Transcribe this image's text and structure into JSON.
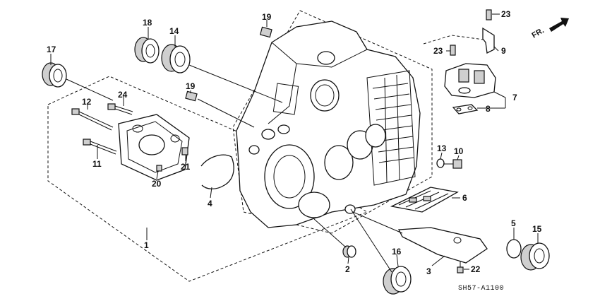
{
  "diagram": {
    "code": "SH57-A1100",
    "direction_label": "FR.",
    "parts": [
      {
        "num": "1"
      },
      {
        "num": "2"
      },
      {
        "num": "3"
      },
      {
        "num": "4"
      },
      {
        "num": "5"
      },
      {
        "num": "6"
      },
      {
        "num": "7"
      },
      {
        "num": "8"
      },
      {
        "num": "9"
      },
      {
        "num": "10"
      },
      {
        "num": "11"
      },
      {
        "num": "12"
      },
      {
        "num": "13"
      },
      {
        "num": "14"
      },
      {
        "num": "15"
      },
      {
        "num": "16"
      },
      {
        "num": "17"
      },
      {
        "num": "18"
      },
      {
        "num": "19"
      },
      {
        "num": "19"
      },
      {
        "num": "20"
      },
      {
        "num": "21"
      },
      {
        "num": "22"
      },
      {
        "num": "23"
      },
      {
        "num": "23"
      },
      {
        "num": "24"
      }
    ]
  }
}
